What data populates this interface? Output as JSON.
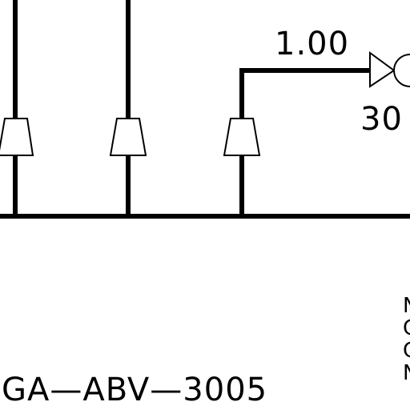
{
  "diagram": {
    "line_label": "1.00",
    "valve_tag_partial": "30",
    "tag_label": "GA—ABV—3005",
    "right_edge_letters": [
      "N",
      "C",
      "C",
      "N"
    ]
  },
  "colors": {
    "background": "#ffffff",
    "line": "#000000"
  }
}
